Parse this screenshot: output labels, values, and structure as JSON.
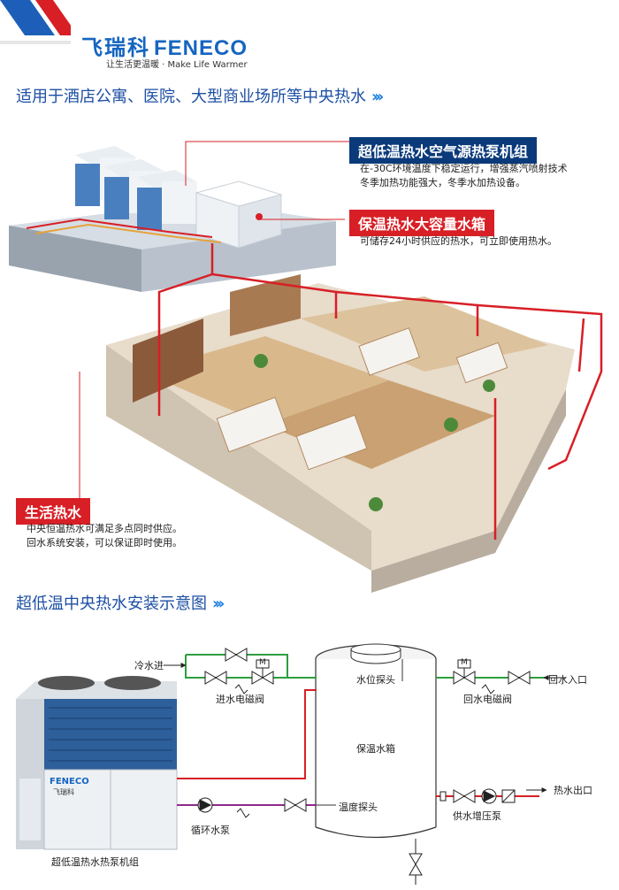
{
  "header": {
    "brand_cn": "飞瑞科",
    "brand_en": "FENECO",
    "slogan": "让生活更温暖 · Make Life Warmer"
  },
  "section1": {
    "title": "适用于酒店公寓、医院、大型商业场所等中央热水",
    "chevrons": "›››"
  },
  "callouts": [
    {
      "title": "超低温热水空气源热泵机组",
      "lines": [
        "在-30C环境温度下稳定运行，增强蒸汽喷射技术",
        "冬季加热功能强大，冬季水加热设备。"
      ]
    },
    {
      "title": "保温热水大容量水箱",
      "lines": [
        "可储存24小时供应的热水，可立即使用热水。"
      ]
    },
    {
      "title": "生活热水",
      "lines": [
        "中央恒温热水可满足多点同时供应。",
        "回水系统安装，可以保证即时使用。"
      ]
    }
  ],
  "section2": {
    "title": "超低温中央热水安装示意图",
    "chevrons": "›››"
  },
  "diagram": {
    "unit_caption": "超低温热水热泵机组",
    "unit_brand": "FENECO",
    "unit_brand_cn": "飞瑞科",
    "cold_water_in": "冷水进",
    "inlet_valve": "进水电磁阀",
    "water_level_probe": "水位探头",
    "tank_label": "保温水箱",
    "temp_probe": "温度探头",
    "return_valve": "回水电磁阀",
    "return_inlet": "回水入口",
    "hot_water_outlet": "热水出口",
    "booster_pump": "供水增压泵",
    "circulation_pump": "循环水泵",
    "valve_m": "M"
  },
  "colors": {
    "brand_blue": "#1565c0",
    "callout_blue": "#0b3a7a",
    "callout_red": "#d81f26",
    "cold_pipe": "#2e9e3e",
    "hot_pipe": "#d81f26",
    "return_pipe": "#8e2a8a"
  }
}
